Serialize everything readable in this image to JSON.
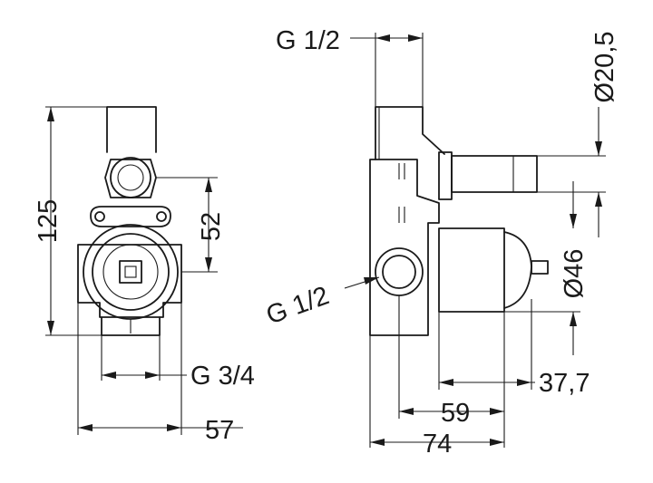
{
  "dimensions": {
    "front_height": "125",
    "front_offset": "52",
    "front_inlet": "G 3/4",
    "front_width": "57",
    "side_top_thread": "G 1/2",
    "side_pipe_diameter": "Ø20,5",
    "side_body_diameter": "Ø46",
    "side_inlet_thread": "G 1/2",
    "side_cover_depth": "37,7",
    "side_inlet_depth": "59",
    "side_total_depth": "74"
  }
}
